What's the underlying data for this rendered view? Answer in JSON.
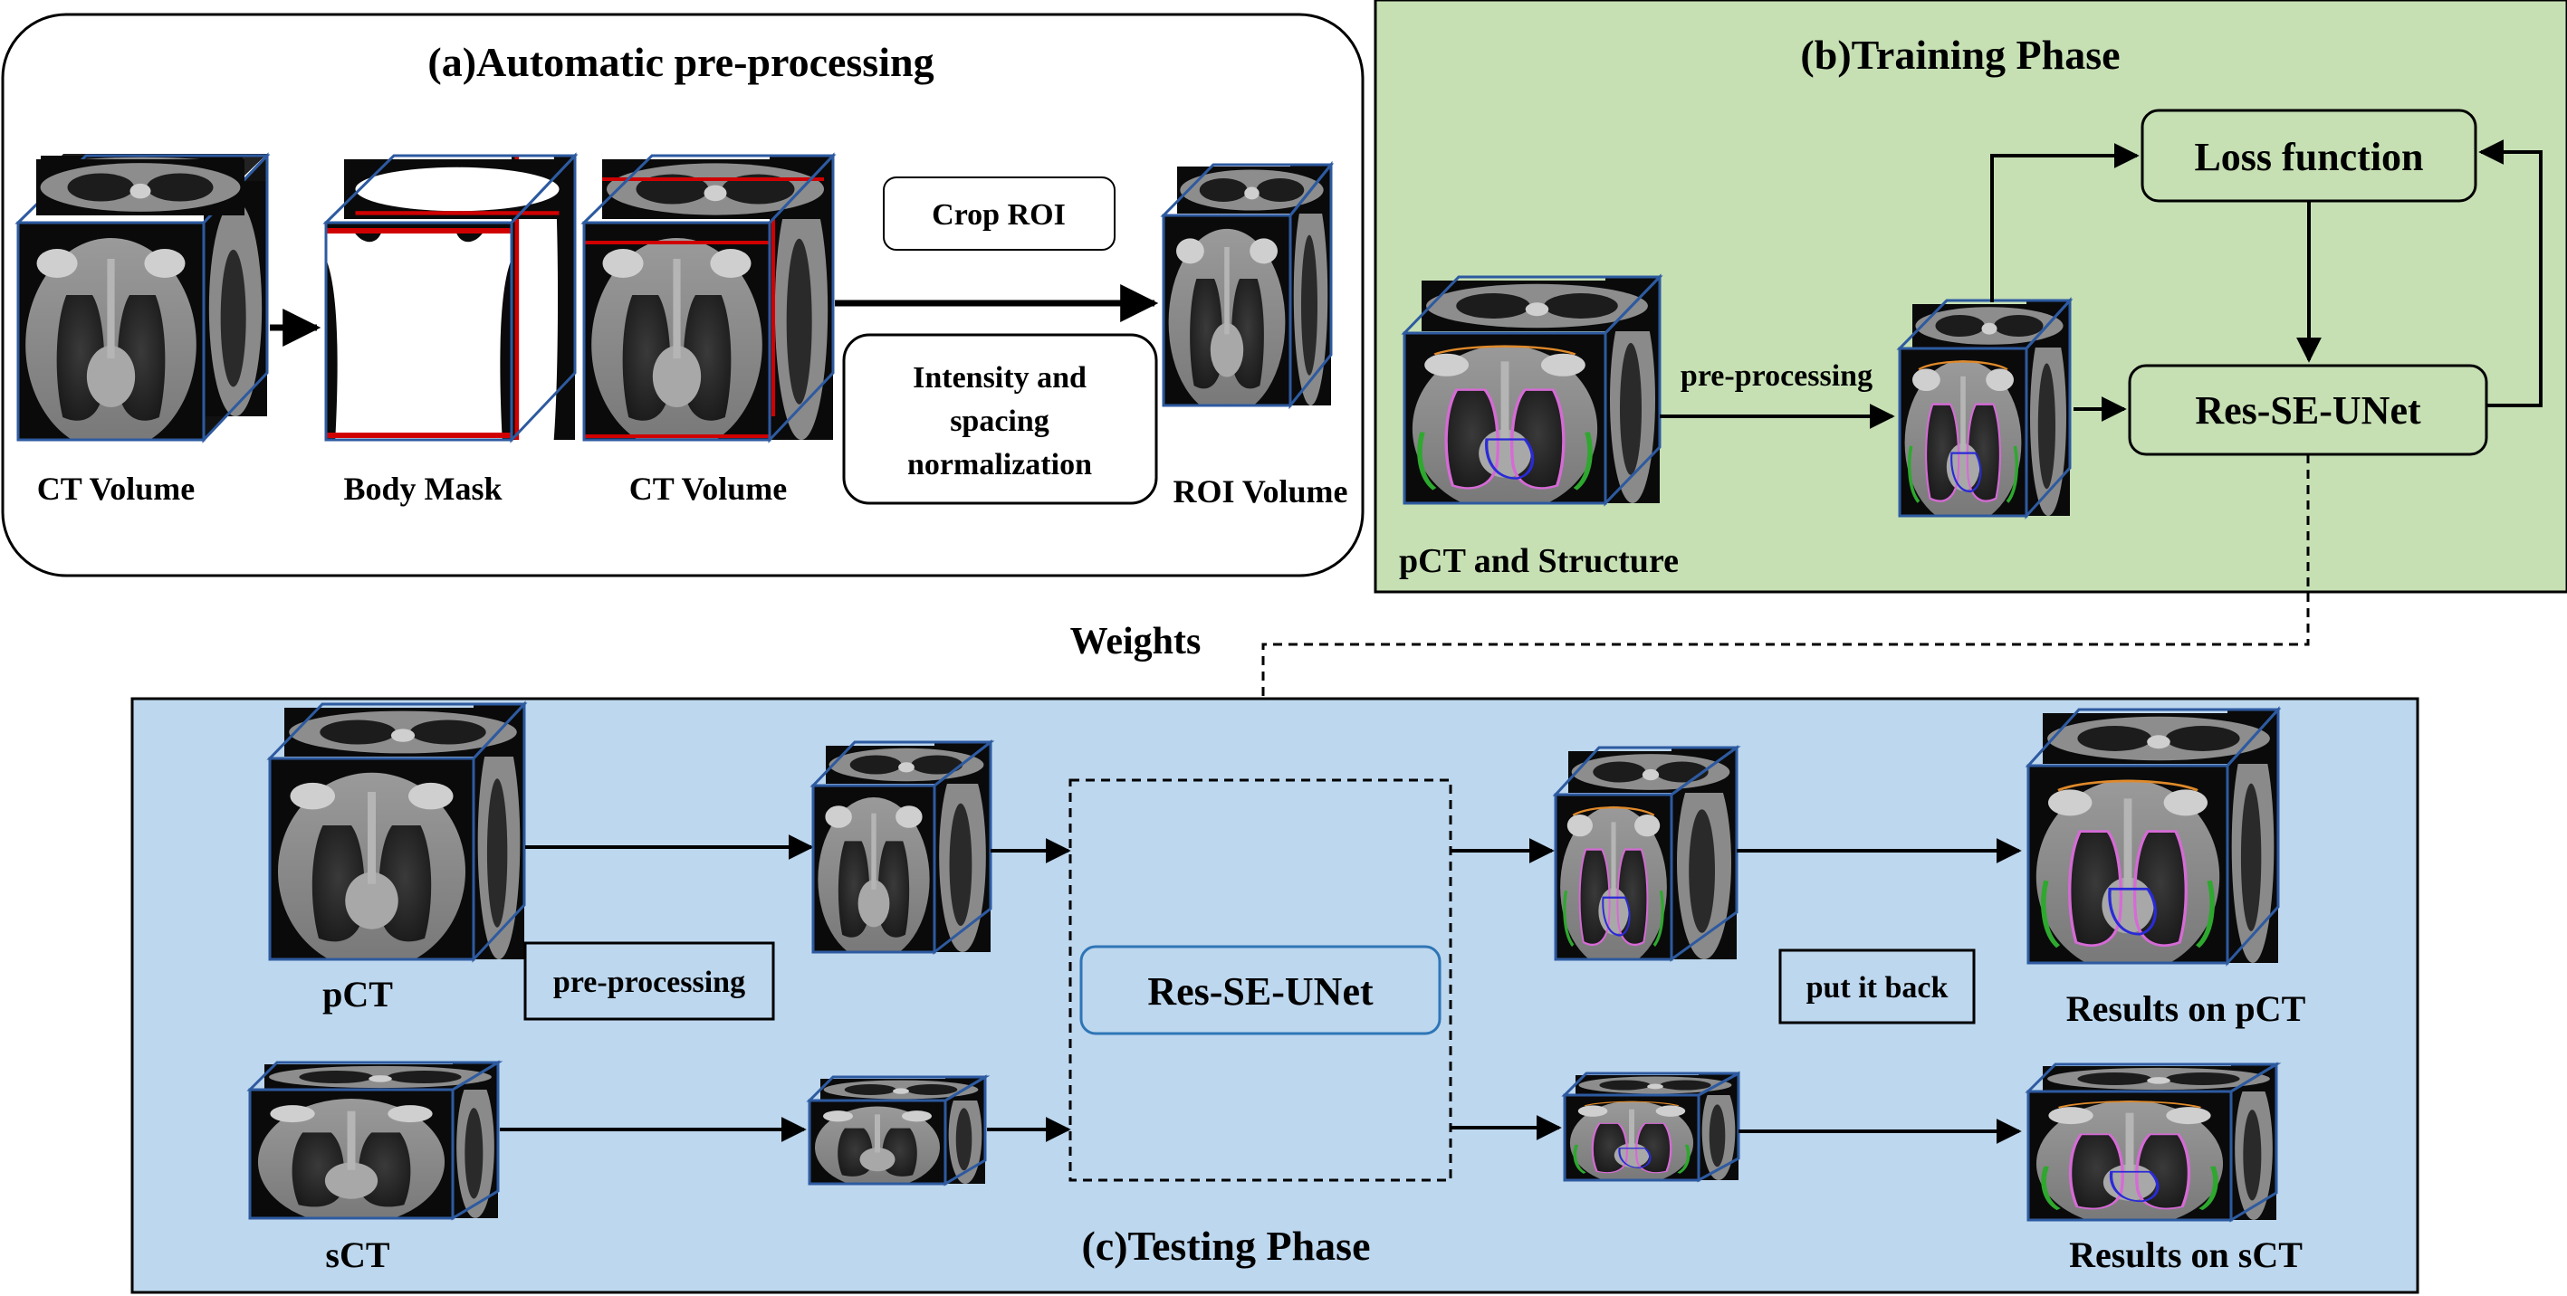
{
  "panel_a": {
    "title": "(a)Automatic pre-processing",
    "labels": {
      "ct_volume_1": "CT Volume",
      "body_mask": "Body Mask",
      "ct_volume_2": "CT Volume",
      "roi_volume": "ROI Volume"
    },
    "crop_roi": "Crop ROI",
    "normalization_lines": [
      "Intensity and",
      "spacing",
      "normalization"
    ]
  },
  "panel_b": {
    "title": "(b)Training Phase",
    "loss_function": "Loss function",
    "network": "Res-SE-UNet",
    "pre_processing": "pre-processing",
    "input_label": "pCT and Structure"
  },
  "weights_label": "Weights",
  "panel_c": {
    "title": "(c)Testing Phase",
    "pre_processing": "pre-processing",
    "network": "Res-SE-UNet",
    "put_it_back": "put it back",
    "pct_label": "pCT",
    "sct_label": "sCT",
    "results_pct": "Results on pCT",
    "results_sct": "Results on sCT"
  },
  "colors": {
    "panel_b_bg": "#c6e0b4",
    "panel_c_bg": "#bdd7ee",
    "cube_edge": "#2d5aa0",
    "mask_red": "#d00000"
  }
}
